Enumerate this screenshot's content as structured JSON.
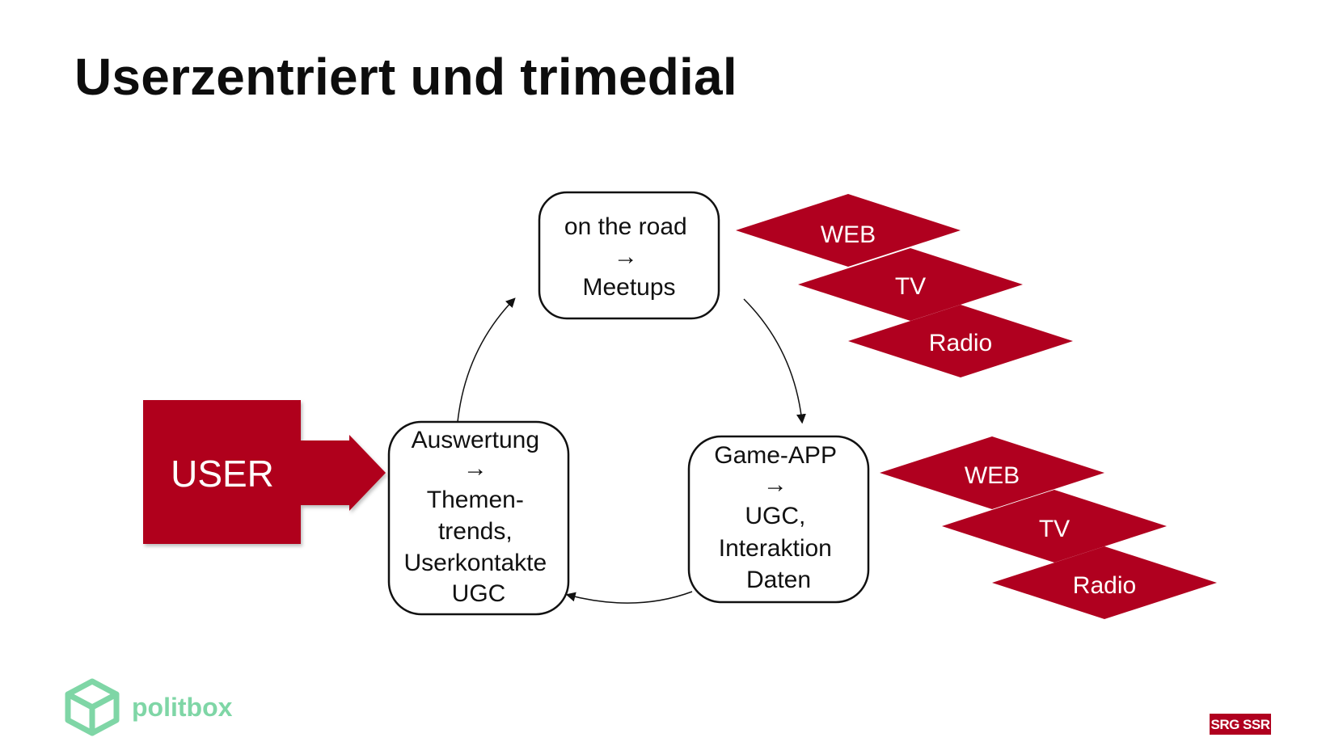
{
  "title": "Userzentriert und trimedial",
  "colors": {
    "accent_red": "#b0001f",
    "logo_green": "#7fd6a6",
    "node_border": "#111111",
    "background": "#ffffff"
  },
  "user": {
    "label": "USER"
  },
  "nodes": {
    "road": {
      "lines": [
        "on the road",
        "→",
        "Meetups"
      ]
    },
    "game": {
      "lines": [
        "Game-APP",
        "→",
        "UGC,",
        "Interaktion",
        "Daten"
      ]
    },
    "eval": {
      "lines": [
        "Auswertung",
        "→",
        "Themen-",
        "trends,",
        "Userkontakte",
        "UGC"
      ]
    }
  },
  "media_top": [
    "WEB",
    "TV",
    "Radio"
  ],
  "media_bottom": [
    "WEB",
    "TV",
    "Radio"
  ],
  "logo": {
    "name": "politbox",
    "icon": "box-icon"
  },
  "brand": {
    "label": "SRG SSR"
  }
}
